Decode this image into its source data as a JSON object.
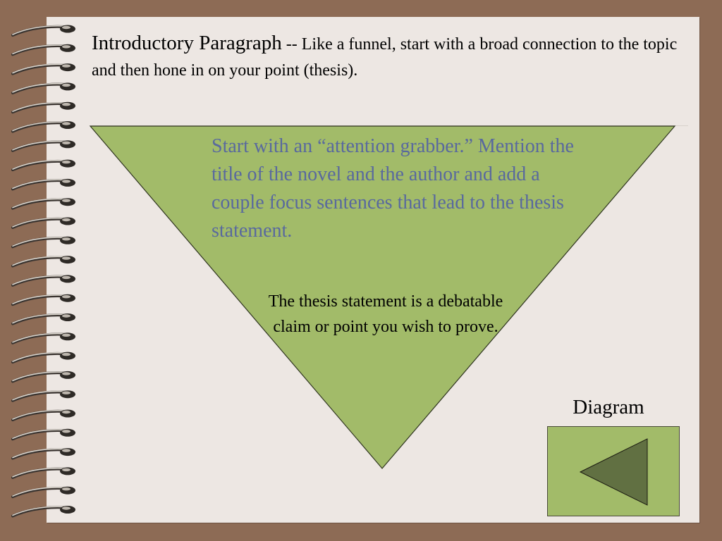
{
  "slide": {
    "title_main": "Introductory Paragraph",
    "title_rest": " -- Like a funnel, start with a broad connection to the topic and then hone in on your point (thesis)."
  },
  "funnel": {
    "top_text": "Start with an “attention grabber.” Mention the title of the novel and the author and add a couple focus sentences that lead to the thesis statement.",
    "bottom_text": "The thesis statement is a debatable claim or point you wish to prove."
  },
  "diagram_link": {
    "label": "Diagram",
    "icon": "back-arrow-triangle-icon"
  },
  "colors": {
    "background": "#8d6b55",
    "page": "#ede7e3",
    "funnel_fill": "#a2bb69",
    "funnel_text": "#59699e",
    "button_fill": "#a2bb69",
    "button_triangle": "#617042"
  }
}
